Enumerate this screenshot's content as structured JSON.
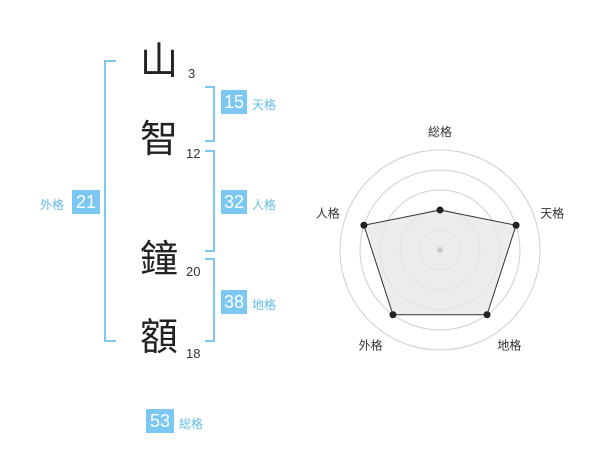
{
  "name": {
    "characters": [
      {
        "char": "山",
        "strokes": "3"
      },
      {
        "char": "智",
        "strokes": "12"
      },
      {
        "char": "鐘",
        "strokes": "20"
      },
      {
        "char": "額",
        "strokes": "18"
      }
    ]
  },
  "kaku": {
    "tenkaku": {
      "value": "15",
      "label": "天格"
    },
    "jinkaku": {
      "value": "32",
      "label": "人格"
    },
    "chikaku": {
      "value": "38",
      "label": "地格"
    },
    "gaikaku": {
      "value": "21",
      "label": "外格"
    },
    "soukaku": {
      "value": "53",
      "label": "総格"
    }
  },
  "chart_data": {
    "type": "radar",
    "categories": [
      "総格",
      "天格",
      "地格",
      "外格",
      "人格"
    ],
    "values": [
      2,
      4,
      4,
      4,
      4
    ],
    "max": 5,
    "rings": 5,
    "colors": {
      "fill": "#e6e6e6",
      "line": "#333333",
      "ring": "#cfcfcf"
    }
  }
}
